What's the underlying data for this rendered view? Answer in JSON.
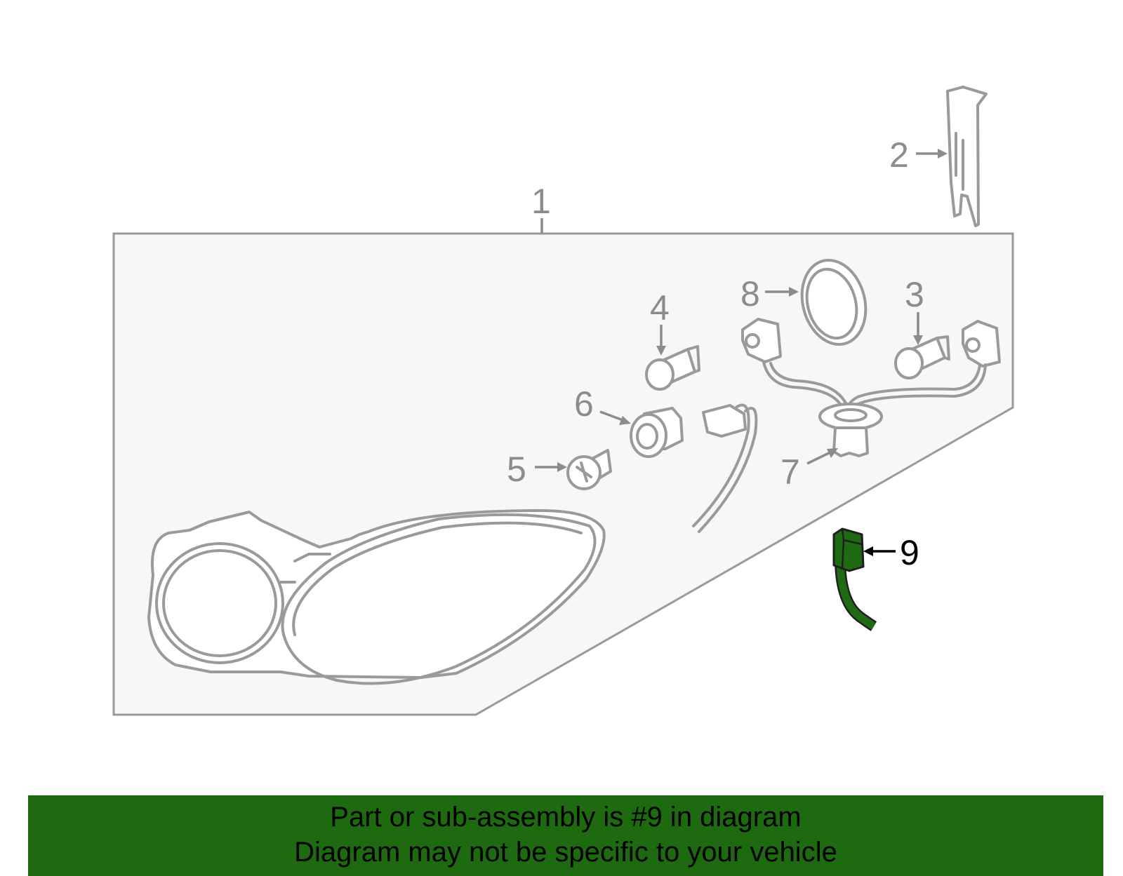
{
  "callouts": {
    "c1": "1",
    "c2": "2",
    "c3": "3",
    "c4": "4",
    "c5": "5",
    "c6": "6",
    "c7": "7",
    "c8": "8",
    "c9": "9"
  },
  "banner": {
    "line1": "Part or sub-assembly is #9 in diagram",
    "line2": "Diagram may not be specific to your vehicle"
  },
  "colors": {
    "highlight": "#1f6b12",
    "banner_bg": "#1e6a10",
    "panel_bg": "#f7f7f7",
    "line_gray": "#9a9a9a"
  }
}
